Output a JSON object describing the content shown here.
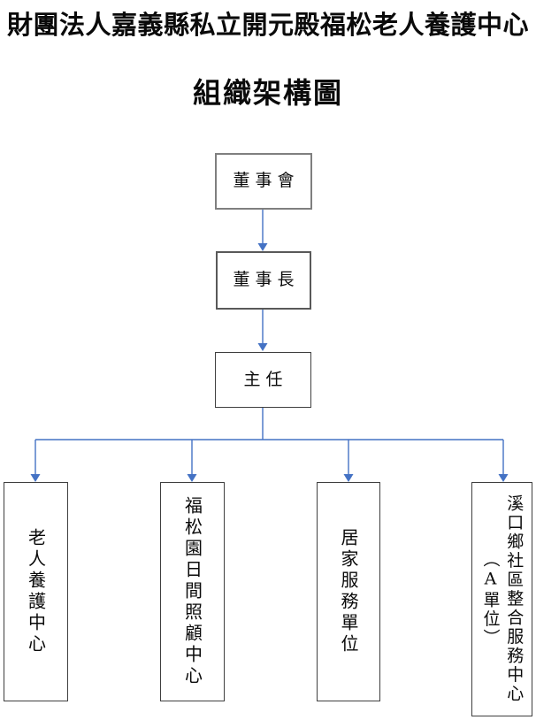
{
  "page": {
    "title": "財團法人嘉義縣私立開元殿福松老人養護中心",
    "subtitle": "組織架構圖"
  },
  "colors": {
    "connector": "#4472C4"
  },
  "org": {
    "levels": [
      {
        "id": "board",
        "label": "董事會"
      },
      {
        "id": "chairman",
        "label": "董事長"
      },
      {
        "id": "director",
        "label": "主任"
      }
    ],
    "units": [
      {
        "id": "elder-care-center",
        "label": "老人養護中心"
      },
      {
        "id": "day-care-center",
        "label": "福松園日間照顧中心"
      },
      {
        "id": "home-service-unit",
        "label": "居家服務單位"
      },
      {
        "id": "community-service-center",
        "label": "溪口鄉社區整合服務中心",
        "sublabel": "（A單位）"
      }
    ]
  }
}
